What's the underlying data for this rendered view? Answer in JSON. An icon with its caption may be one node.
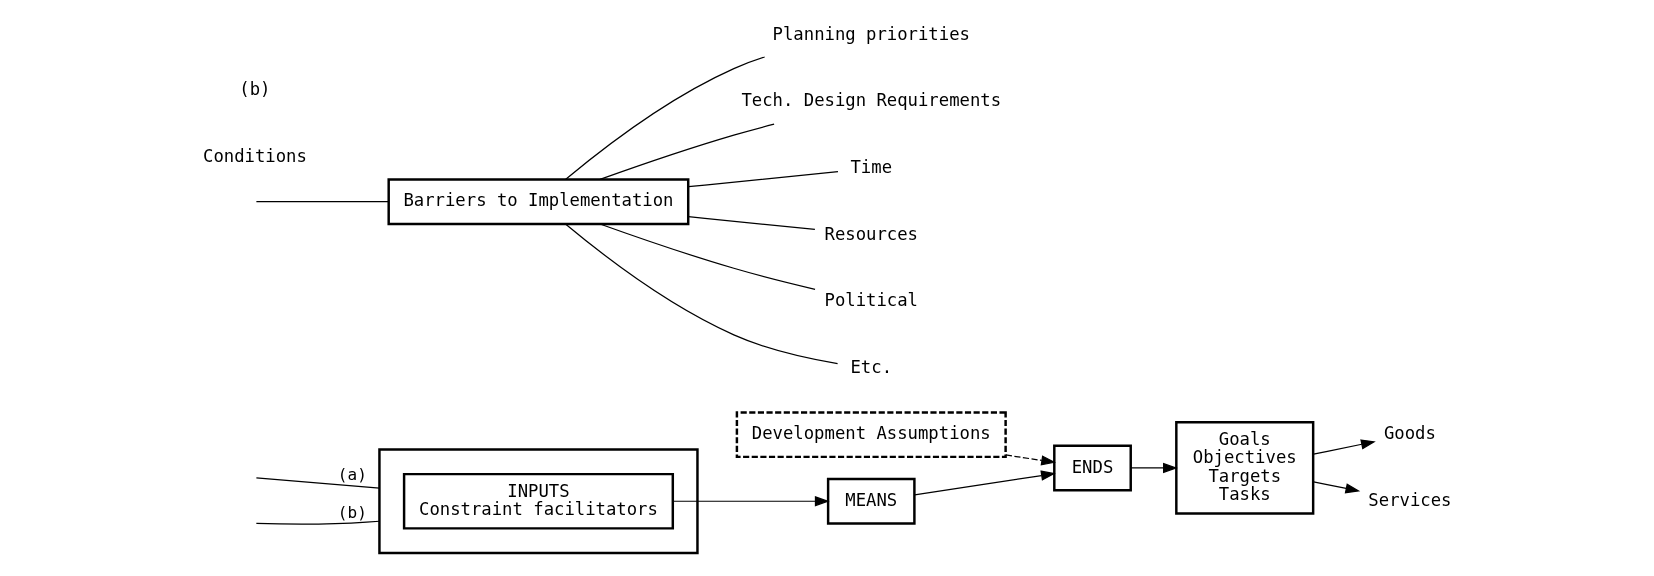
{
  "diagram": {
    "nodes": [
      {
        "text": [],
        "shape": "arrow"
      },
      {
        "text": [
          "INPUTS",
          "Constraint facilitators"
        ],
        "in": 0
      },
      {
        "text": [
          "MEANS"
        ]
      },
      {
        "text": [
          "Development Assumptions"
        ]
      },
      {
        "text": [
          "ENDS"
        ]
      },
      {
        "text": [
          "Goals",
          "Objectives",
          "Targets",
          "Tasks"
        ]
      },
      {
        "text": [
          "Goods"
        ]
      },
      {
        "text": [
          "Services"
        ]
      },
      {
        "text": [
          "Barriers to Implementation"
        ]
      },
      {
        "text": [
          "Planning priorities"
        ]
      },
      {
        "text": [
          "Tech. Design Requirements"
        ]
      },
      {
        "text": [
          "Time"
        ]
      },
      {
        "text": [
          "Resources"
        ]
      },
      {
        "text": [
          "Political"
        ]
      },
      {
        "text": [
          "Etc."
        ]
      }
    ],
    "edges": [
      {
        "from": null,
        "to": 0,
        "arrow": "none",
        "label": "(a)"
      },
      {
        "from": null,
        "to": 0,
        "arrow": "none",
        "label": "(b)"
      },
      {
        "from": 1,
        "to": 2,
        "arrow": "to"
      },
      {
        "from": 2,
        "to": 4,
        "arrow": "to"
      },
      {
        "from": 3,
        "to": 4,
        "arrow": "to",
        "style": "dashed"
      },
      {
        "from": 4,
        "to": 5,
        "arrow": "to"
      },
      {
        "from": 5,
        "to": 6,
        "arrow": "to"
      },
      {
        "from": 5,
        "to": 7,
        "arrow": "to"
      },
      {
        "from": null,
        "to": 8,
        "arrow": "none"
      },
      {
        "from": 8,
        "to": 9,
        "arrow": "none"
      },
      {
        "from": 8,
        "to": 10,
        "arrow": "none"
      },
      {
        "from": 8,
        "to": 11,
        "arrow": "none"
      },
      {
        "from": 8,
        "to": 12,
        "arrow": "none"
      },
      {
        "from": 8,
        "to": 13,
        "arrow": "none"
      },
      {
        "from": 8,
        "to": 14,
        "arrow": "none"
      }
    ],
    "labels": [
      "Conditions",
      "(b)"
    ]
  }
}
